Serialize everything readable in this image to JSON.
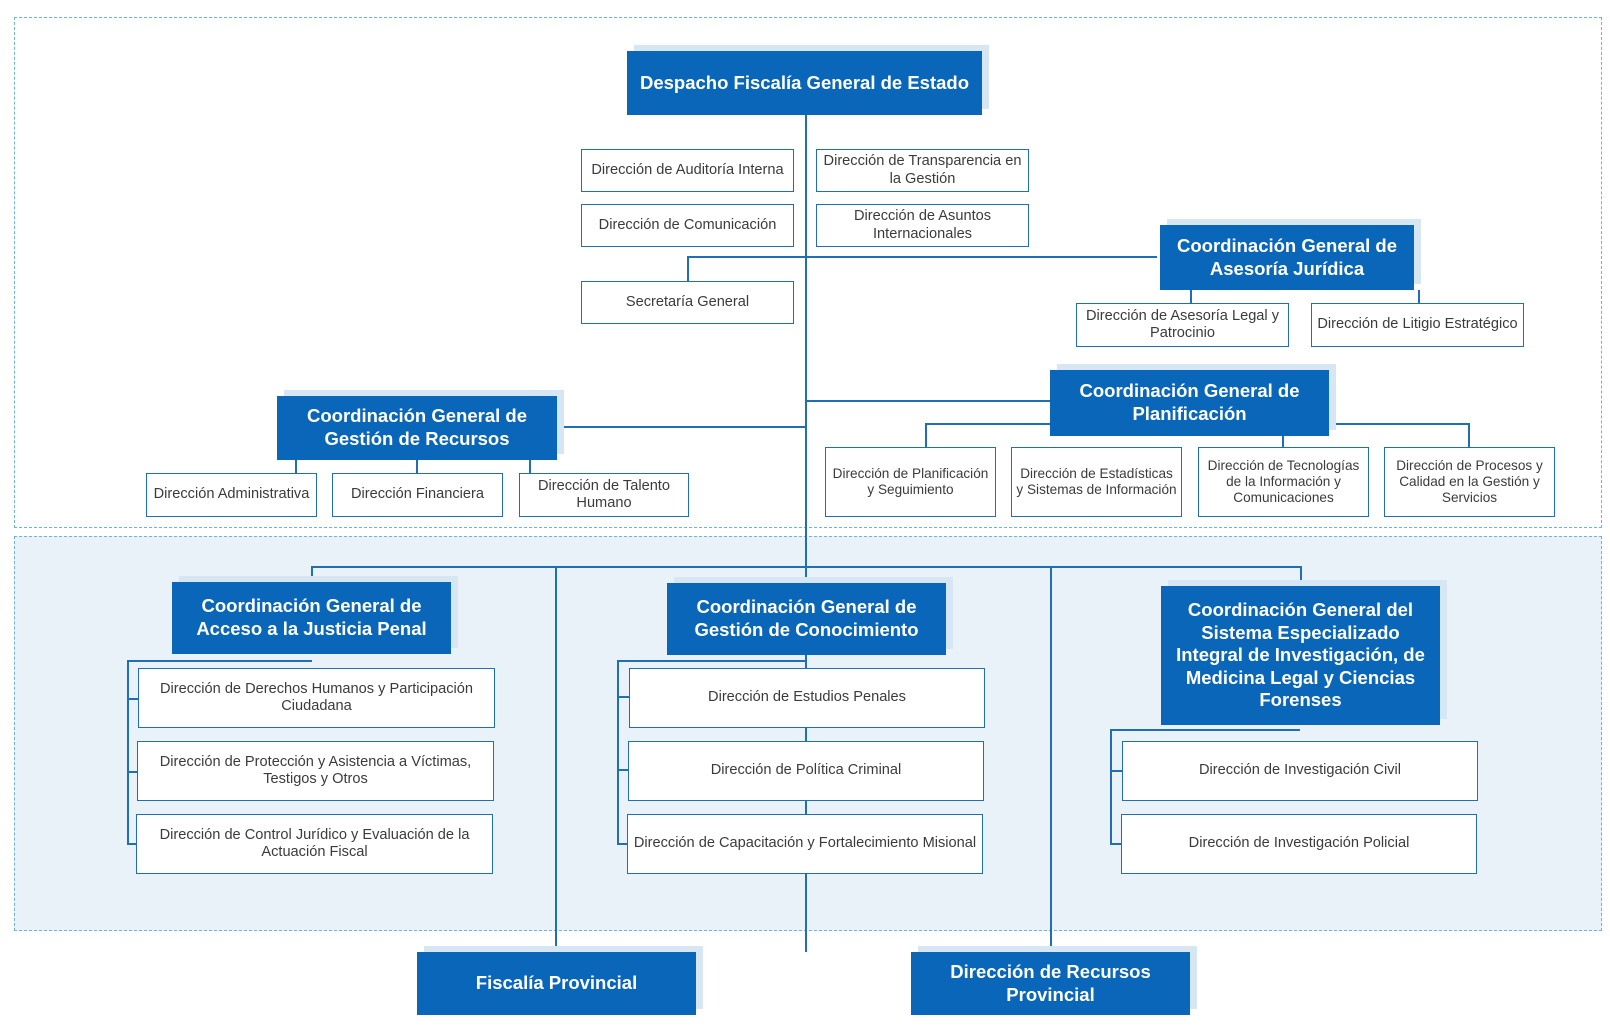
{
  "root": "Despacho Fiscalía General de Estado",
  "advisory": {
    "auditoria": "Dirección de Auditoría Interna",
    "transparencia": "Dirección de Transparencia en la Gestión",
    "comunicacion": "Dirección de Comunicación",
    "asuntos_internacionales": "Dirección de Asuntos Internacionales",
    "secretaria": "Secretaría General"
  },
  "coordinations": {
    "asesoria_juridica": {
      "title": "Coordinación General de Asesoría Jurídica",
      "units": [
        "Dirección de Asesoría Legal y Patrocinio",
        "Dirección de Litigio Estratégico"
      ]
    },
    "planificacion": {
      "title": "Coordinación General de Planificación",
      "units": [
        "Dirección de Planificación y Seguimiento",
        "Dirección de Estadísticas y Sistemas de Información",
        "Dirección de Tecnologías de la Información y Comunicaciones",
        "Dirección de Procesos y Calidad en la Gestión y Servicios"
      ]
    },
    "gestion_recursos": {
      "title": "Coordinación General de Gestión de Recursos",
      "units": [
        "Dirección Administrativa",
        "Dirección Financiera",
        "Dirección de Talento Humano"
      ]
    },
    "justicia_penal": {
      "title": "Coordinación General de Acceso a la Justicia Penal",
      "units": [
        "Dirección de Derechos Humanos y Participación Ciudadana",
        "Dirección de Protección y Asistencia a Víctimas, Testigos y Otros",
        "Dirección de Control Jurídico y Evaluación de la Actuación Fiscal"
      ]
    },
    "conocimiento": {
      "title": "Coordinación General de Gestión de Conocimiento",
      "units": [
        "Dirección de Estudios Penales",
        "Dirección de Política Criminal",
        "Dirección de Capacitación y Fortalecimiento Misional"
      ]
    },
    "sistema_especializado": {
      "title": "Coordinación General del Sistema Especializado Integral de Investigación, de Medicina Legal y Ciencias Forenses",
      "units": [
        "Dirección de Investigación Civil",
        "Dirección de Investigación Policial"
      ]
    }
  },
  "territorial": {
    "fiscalia_provincial": "Fiscalía Provincial",
    "recursos_provincial": "Dirección de Recursos Provincial"
  },
  "colors": {
    "primary": "#0a66b8",
    "line": "#1f6fb2",
    "zone_fill": "#e8f2f8",
    "zone_border": "#6fb3d6",
    "shadow": "#d6e6f2"
  }
}
